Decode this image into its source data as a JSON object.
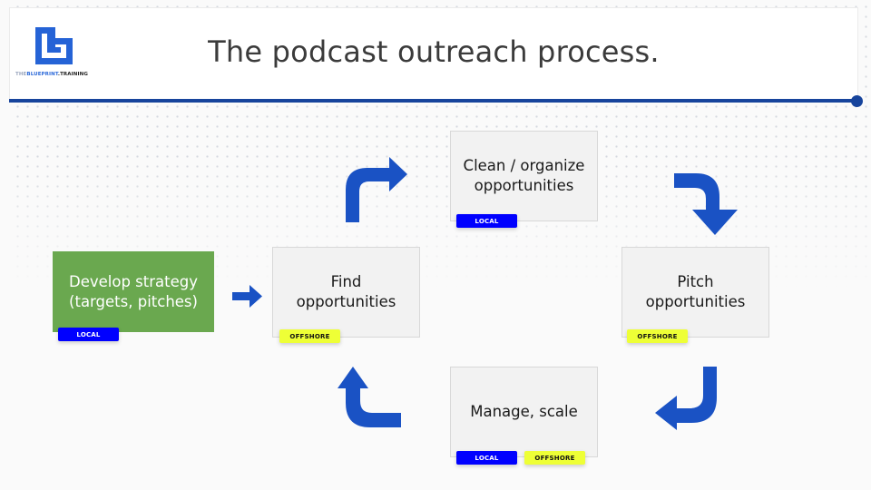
{
  "header": {
    "title": "The podcast outreach process.",
    "logo": {
      "icon": "blueprint-logo-icon",
      "text_part1": "THE",
      "text_part2": "BLUEPRINT",
      "text_part3": ".TRAINING"
    }
  },
  "colors": {
    "accent": "#17449c",
    "arrow": "#1a52c4",
    "strategy_box": "#6aa84f",
    "step_box": "#f2f2f2",
    "local_badge": "#0000ff",
    "offshore_badge": "#eeff36"
  },
  "steps": [
    {
      "id": "develop-strategy",
      "label": "Develop strategy\n(targets, pitches)",
      "badges": [
        "LOCAL"
      ]
    },
    {
      "id": "find-opportunities",
      "label": "Find\nopportunities",
      "badges": [
        "OFFSHORE"
      ]
    },
    {
      "id": "clean-organize",
      "label": "Clean / organize\nopportunities",
      "badges": [
        "LOCAL"
      ]
    },
    {
      "id": "pitch-opportunities",
      "label": "Pitch\nopportunities",
      "badges": [
        "OFFSHORE"
      ]
    },
    {
      "id": "manage-scale",
      "label": "Manage, scale",
      "badges": [
        "LOCAL",
        "OFFSHORE"
      ]
    }
  ],
  "arrows": [
    {
      "from": "develop-strategy",
      "to": "find-opportunities",
      "icon": "arrow-right-icon"
    },
    {
      "from": "find-opportunities",
      "to": "clean-organize",
      "icon": "arrow-turn-up-right-icon"
    },
    {
      "from": "clean-organize",
      "to": "pitch-opportunities",
      "icon": "arrow-turn-right-down-icon"
    },
    {
      "from": "pitch-opportunities",
      "to": "manage-scale",
      "icon": "arrow-turn-down-left-icon"
    },
    {
      "from": "manage-scale",
      "to": "find-opportunities",
      "icon": "arrow-turn-left-up-icon"
    }
  ]
}
